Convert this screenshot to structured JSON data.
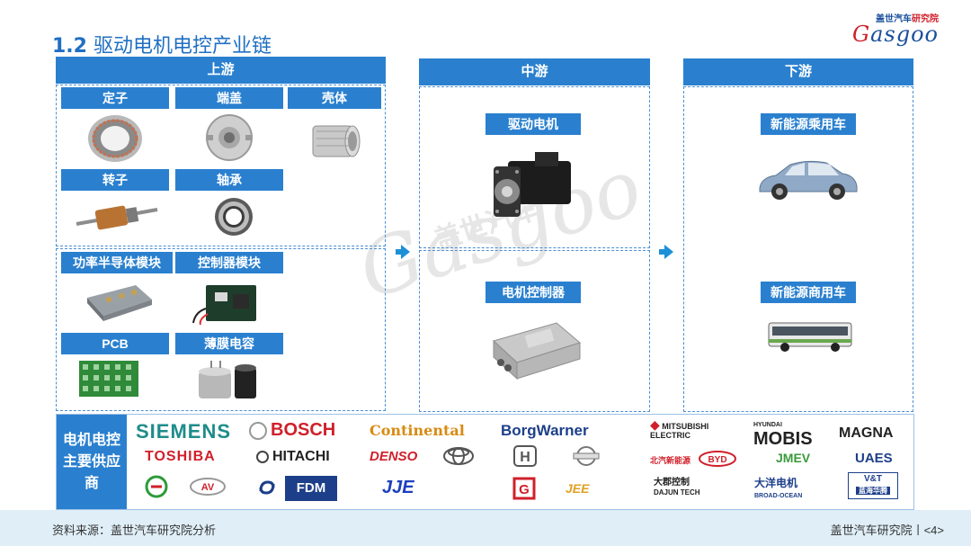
{
  "title": {
    "num": "1.2",
    "text": "驱动电机电控产业链"
  },
  "logo": {
    "cn_main": "盖世汽车",
    "cn_red": "研究院",
    "en_g": "G",
    "en_rest": "asgoo"
  },
  "watermark": {
    "cn": "盖世汽车",
    "en": "Gasgoo"
  },
  "upstream": {
    "header": "上游",
    "components": [
      "定子",
      "端盖",
      "壳体",
      "转子",
      "轴承",
      "功率半导体模块",
      "控制器模块",
      "PCB",
      "薄膜电容"
    ]
  },
  "midstream": {
    "header": "中游",
    "items": [
      "驱动电机",
      "电机控制器"
    ]
  },
  "downstream": {
    "header": "下游",
    "items": [
      "新能源乘用车",
      "新能源商用车"
    ]
  },
  "suppliers": {
    "title": "电机电控主要供应商",
    "brands": [
      "SIEMENS",
      "BOSCH",
      "Continental",
      "BorgWarner",
      "MITSUBISHI ELECTRIC",
      "MOBIS",
      "MAGNA",
      "TOSHIBA",
      "HITACHI",
      "DENSO",
      "JMEV",
      "UAES",
      "FDM",
      "大郡控制",
      "DAJUN TECH",
      "大洋电机",
      "BROAD-OCEAN",
      "V&T",
      "蓝海华腾",
      "HYUNDAI",
      "北汽新能源",
      "JEE",
      "JJE",
      "BYD"
    ]
  },
  "footer": {
    "source": "资料来源：盖世汽车研究院分析",
    "page": "盖世汽车研究院丨<4>"
  }
}
